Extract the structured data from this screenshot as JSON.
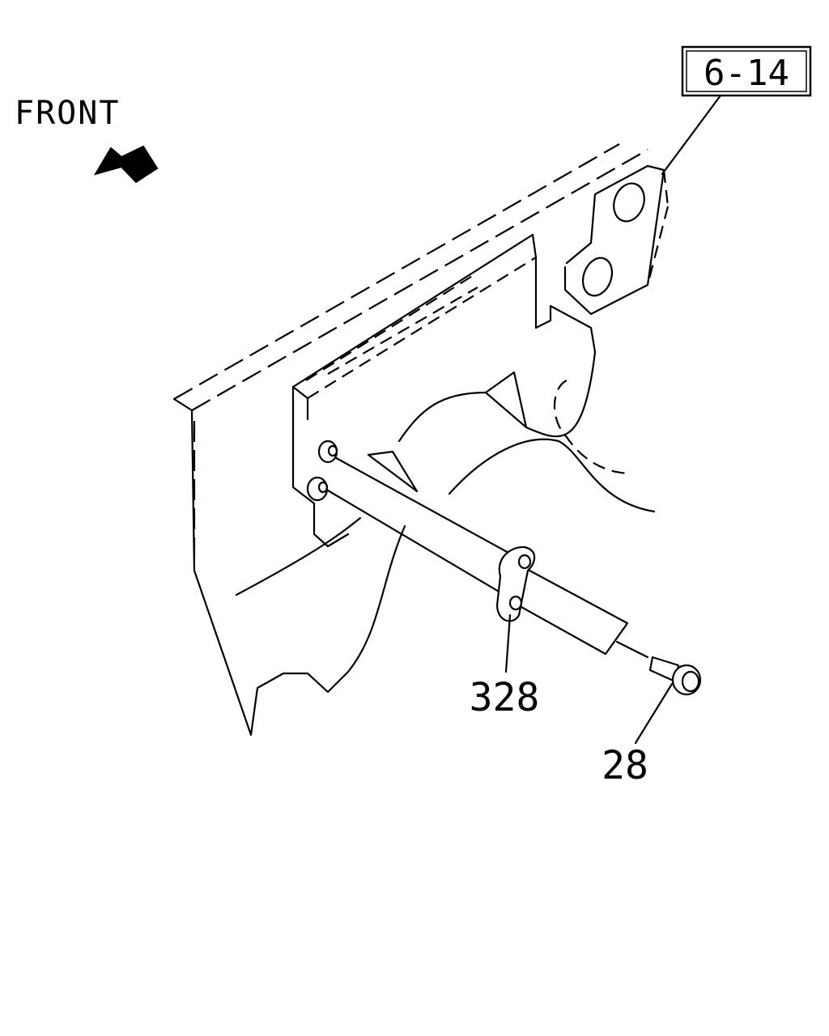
{
  "direction_label": "FRONT",
  "reference_box": "6-14",
  "callouts": [
    {
      "id": "328"
    },
    {
      "id": "28"
    }
  ]
}
